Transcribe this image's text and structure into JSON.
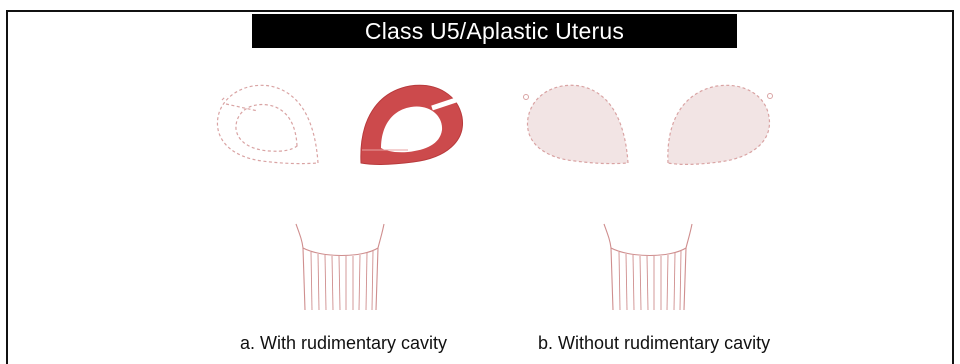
{
  "title": "Class U5/Aplastic Uterus",
  "panels": [
    {
      "caption": "a. With rudimentary cavity"
    },
    {
      "caption": "b. Without rudimentary cavity"
    }
  ],
  "colors": {
    "outline": "#d49a9a",
    "fill_red": "#cc4a4c",
    "fill_pale": "#f2e4e4",
    "title_bg": "#000000",
    "title_text": "#ffffff"
  }
}
